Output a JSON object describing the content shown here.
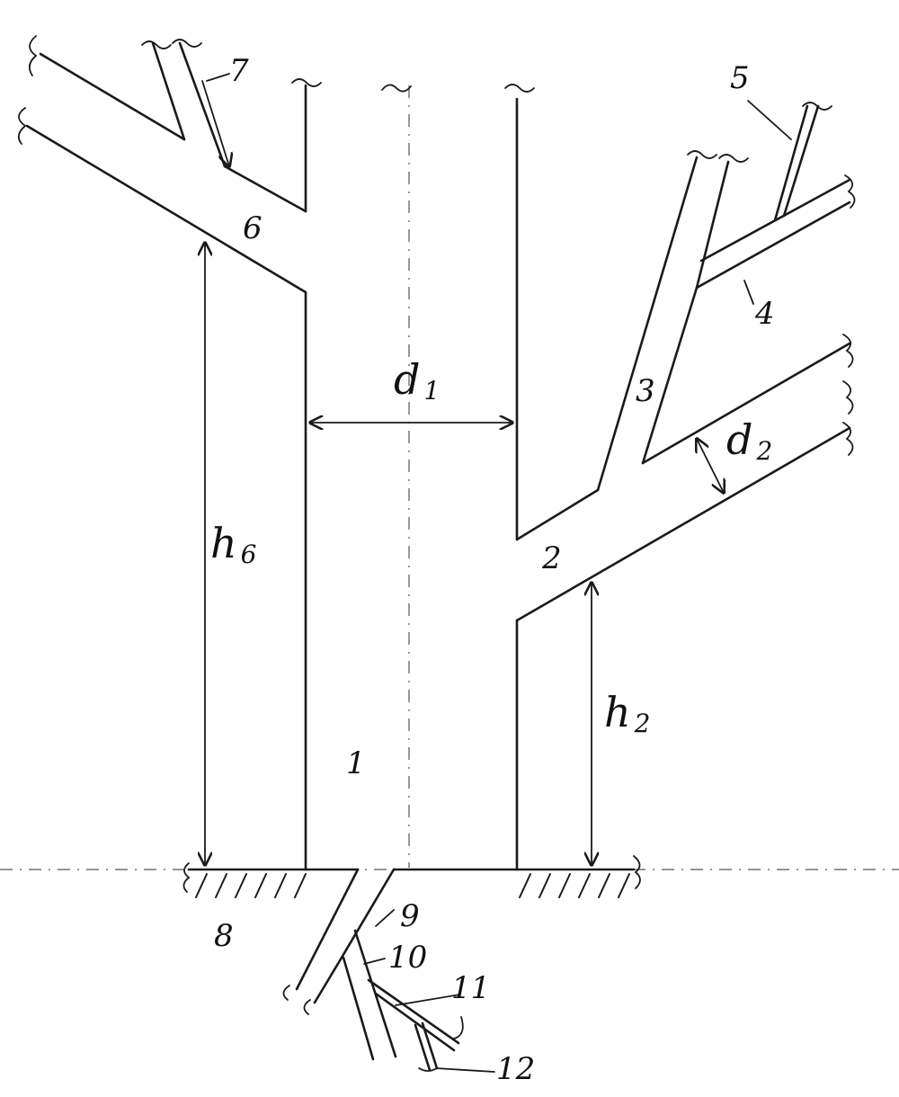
{
  "labels": {
    "trunk": "1",
    "branch_right_main": "2",
    "branch_right_upper": "3",
    "sub_branch_4": "4",
    "twig_5": "5",
    "branch_left": "6",
    "twig_7": "7",
    "ground": "8",
    "root_9": "9",
    "root_10": "10",
    "root_11": "11",
    "root_12": "12"
  },
  "dimensions": {
    "d1": {
      "main": "d",
      "sub": "1"
    },
    "d2": {
      "main": "d",
      "sub": "2"
    },
    "h6": {
      "main": "h",
      "sub": "6"
    },
    "h2": {
      "main": "h",
      "sub": "2"
    }
  }
}
